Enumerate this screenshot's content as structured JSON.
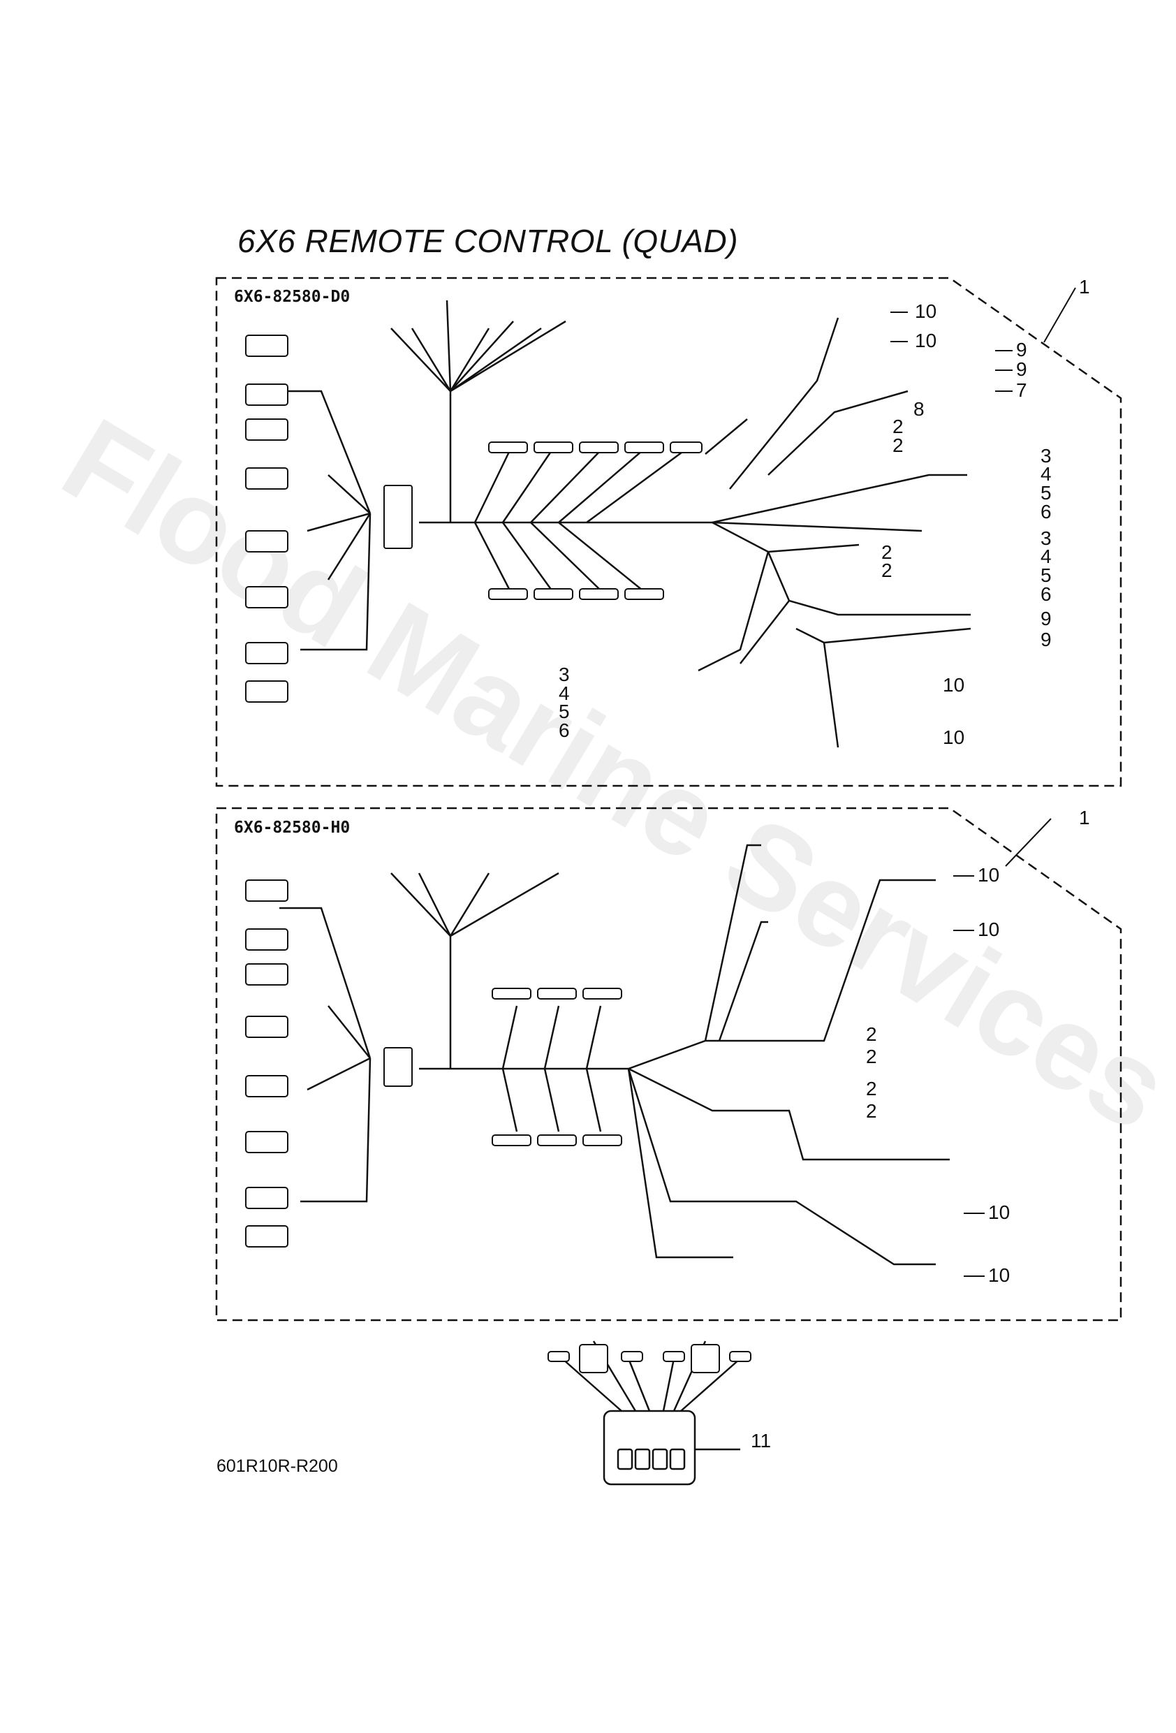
{
  "title": "6X6 REMOTE CONTROL (QUAD)",
  "diagram_codes": [
    "6X6-82580-D0",
    "6X6-82580-H0"
  ],
  "reference_code": "601R10R-R200",
  "watermark": "Flood Marine Services",
  "part_numbers": {
    "top": [
      "1",
      "10",
      "10",
      "9",
      "9",
      "7",
      "8",
      "2",
      "2",
      "3",
      "4",
      "5",
      "6",
      "3",
      "4",
      "5",
      "6",
      "2",
      "2",
      "3",
      "4",
      "5",
      "6",
      "9",
      "9",
      "10",
      "10"
    ],
    "bottom": [
      "1",
      "10",
      "10",
      "2",
      "2",
      "2",
      "2",
      "10",
      "10"
    ],
    "panel": "11"
  }
}
